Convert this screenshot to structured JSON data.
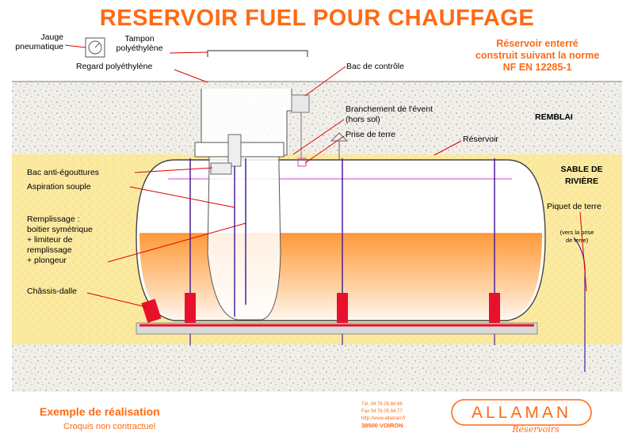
{
  "title": "RESERVOIR FUEL POUR CHAUFFAGE",
  "norm": {
    "line1": "Réservoir enterré",
    "line2": "construit suivant la norme",
    "line3": "NF EN 12285-1"
  },
  "labels": {
    "jauge_line1": "Jauge",
    "jauge_line2": "pneumatique",
    "tampon_line1": "Tampon",
    "tampon_line2": "polyéthylène",
    "regard": "Regard polyéthylène",
    "bac_controle": "Bac de contrôle",
    "branchement_line1": "Branchement de l'évent",
    "branchement_line2": "(hors sol)",
    "prise_terre": "Prise de terre",
    "reservoir": "Réservoir",
    "remblai": "REMBLAI",
    "sable_line1": "SABLE DE",
    "sable_line2": "RIVIÈRE",
    "bac_egouttures": "Bac anti-égouttures",
    "aspiration": "Aspiration souple",
    "remplissage_line1": "Remplissage :",
    "remplissage_line2": "boitier symétrique",
    "remplissage_line3": "+ limiteur de",
    "remplissage_line4": "remplissage",
    "remplissage_line5": "+ plongeur",
    "chassis": "Châssis-dalle",
    "piquet": "Piquet de terre",
    "vers_line1": "(vers la prise",
    "vers_line2": "de terre)"
  },
  "footer": {
    "main": "Exemple de réalisation",
    "sub": "Croquis non contractuel",
    "tel": "Tél. 04 76 05 84 66",
    "fax": "Fax 04 76 05 84 77",
    "web": "http://www.allaman.fr",
    "city": "38500 VOIRON",
    "brand": "ALLAMAN",
    "brand_sub": "Réservoirs"
  },
  "colors": {
    "accent": "#ff6a13",
    "pointer": "#e00000",
    "support": "#e8112d",
    "tie_rod": "#4b1f9c"
  }
}
